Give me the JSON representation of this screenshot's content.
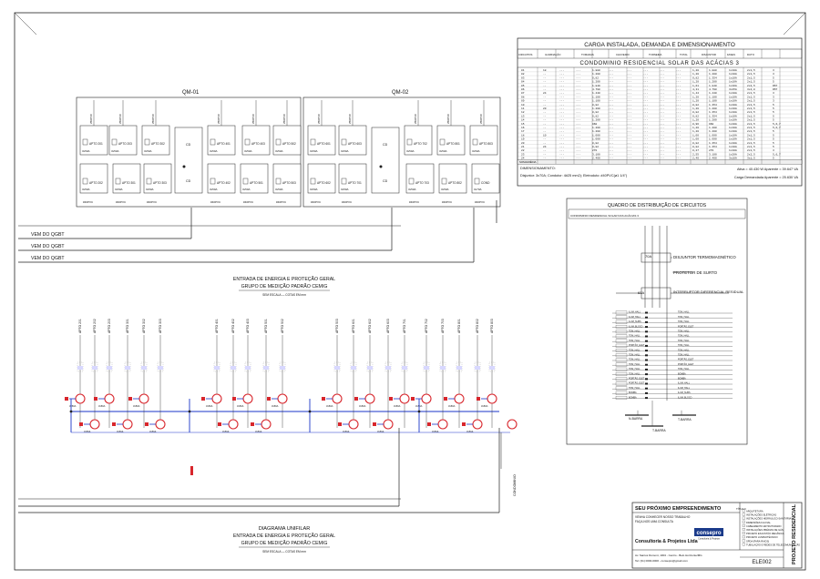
{
  "panels": {
    "qm1_title": "QM-01",
    "qm2_title": "QM-02",
    "conduit_50": "#50PVC",
    "conduit_40": "#40PVC",
    "breaker_3x50": "3x50A",
    "breaker_3x70": "3x70A",
    "apts_top": [
      "APTO 201",
      "APTO 203",
      "APTO 302",
      "APTO 401",
      "APTO 403",
      "APTO 502",
      "APTO 601",
      "APTO 603",
      "APTO 702",
      "APTO 801",
      "APTO 803"
    ],
    "apts_bottom": [
      "APTO 202",
      "APTO 301",
      "APTO 303",
      "APTO 402",
      "APTO 501",
      "APTO 503",
      "APTO 602",
      "APTO 701",
      "APTO 703",
      "APTO 802",
      "COND"
    ],
    "cd": "CD"
  },
  "qgbt_lines": [
    "VEM DO QGBT",
    "VEM DO QGBT",
    "VEM DO QGBT"
  ],
  "section1": {
    "line1": "ENTRADA DE ENERGIA E PROTEÇÃO GERAL",
    "line2": "GRUPO DE MEDIÇÃO PADRÃO CEMIG",
    "scale": "SEM ESCALA — COTAS EM mm"
  },
  "section2": {
    "line0": "DIAGRAMA UNIFILAR",
    "line1": "ENTRADA DE ENERGIA E PROTEÇÃO GERAL",
    "line2": "GRUPO DE MEDIÇÃO PADRÃO CEMIG",
    "scale": "SEM ESCALA — COTAS EM mm"
  },
  "unifilar": {
    "labels": [
      "APTO 201",
      "APTO 202",
      "APTO 203",
      "APTO 301",
      "APTO 302",
      "APTO 303",
      "APTO 401",
      "APTO 402",
      "APTO 403",
      "APTO 501",
      "APTO 502",
      "APTO 503",
      "APTO 601",
      "APTO 602",
      "APTO 603",
      "APTO 701",
      "APTO 702",
      "APTO 703",
      "APTO 801",
      "APTO 802",
      "APTO 803"
    ],
    "cond": "CONDOMINIO"
  },
  "load_table": {
    "title": "CARGA INSTALADA, DEMANDA E DIMENSIONAMENTO",
    "subtitle": "CONDOMINIO RESIDENCIAL SOLAR DAS ACÁCIAS 3",
    "header": [
      "CIRCUITOS",
      "ILUMINAÇÃO",
      "TOMADAS",
      "CHUVEIRO",
      "TORNEIRA",
      "TOTAL",
      "DISJUNTOR",
      "FASES",
      "DUTO"
    ],
    "rows": [
      [
        "01",
        "18",
        "1.880",
        "1,20",
        "1.880",
        "1x10A",
        "2x1,5",
        "3"
      ],
      [
        "02",
        "--",
        "1.200",
        "1,20",
        "1.200",
        "1x10A",
        "2x1,5",
        "3"
      ],
      [
        "03",
        "--",
        "0,82",
        "0,82",
        "1.354",
        "1x10A",
        "2x1,5",
        "5"
      ],
      [
        "04",
        "--",
        "1.200",
        "1,20",
        "1.200",
        "1x10A",
        "2x1,5",
        "5"
      ],
      [
        "05",
        "--",
        "1.840",
        "1,61",
        "1.840",
        "1x16A",
        "2x2,5",
        "RST"
      ],
      [
        "06",
        "--",
        "4.790",
        "4,31",
        "4.790",
        "3x25A",
        "3x4,0",
        "RST"
      ],
      [
        "07",
        "24",
        "1.440",
        "1,44",
        "1.440",
        "1x10A",
        "2x1,5",
        "3"
      ],
      [
        "08",
        "--",
        "1.100",
        "1,20",
        "1.100",
        "1x10A",
        "2x1,5",
        "3"
      ],
      [
        "09",
        "--",
        "1.100",
        "1,20",
        "1.100",
        "1x10A",
        "2x1,5",
        "3"
      ],
      [
        "10",
        "--",
        "0,82",
        "0,82",
        "1.354",
        "1x10A",
        "2x1,5",
        "5"
      ],
      [
        "11",
        "20",
        "1.200",
        "1,20",
        "1.200",
        "1x10A",
        "2x1,5",
        "5"
      ],
      [
        "12",
        "--",
        "0,82",
        "0,82",
        "1.354",
        "1x10A",
        "2x1,5",
        "5"
      ],
      [
        "13",
        "--",
        "0,82",
        "0,82",
        "1.354",
        "1x10A",
        "2x1,5",
        "5"
      ],
      [
        "14",
        "--",
        "1.200",
        "1,20",
        "1.200",
        "1x10A",
        "2x1,5",
        "5"
      ],
      [
        "15",
        "--",
        "960",
        "0,96",
        "960",
        "1x10A",
        "2x1,5",
        "5,6,7"
      ],
      [
        "16",
        "--",
        "1.200",
        "1,20",
        "1.200",
        "1x10A",
        "2x1,5",
        "5,6,7"
      ],
      [
        "17",
        "--",
        "1.200",
        "1,20",
        "1.200",
        "1x10A",
        "2x1,5",
        "5"
      ],
      [
        "18",
        "10",
        "1.000",
        "1,00",
        "1.000",
        "1x10A",
        "2x1,5",
        "5"
      ],
      [
        "19",
        "--",
        "1.000",
        "1,00",
        "1.000",
        "1x10A",
        "2x1,5",
        "5"
      ],
      [
        "20",
        "--",
        "0,82",
        "0,82",
        "1.354",
        "1x10A",
        "2x1,5",
        "5"
      ],
      [
        "21",
        "24",
        "0,82",
        "0,82",
        "1.354",
        "1x10A",
        "2x1,5",
        "5"
      ],
      [
        "22",
        "--",
        "270",
        "0,27",
        "270",
        "1x10A",
        "2x1,5",
        "3"
      ],
      [
        "23",
        "--",
        "3.100",
        "2,55",
        "3.100",
        "1x20A",
        "2x2,5",
        "5,6,7"
      ],
      [
        "24",
        "--",
        "2.400",
        "2,40",
        "2.400",
        "3x16A",
        "3x1,5",
        "5"
      ]
    ],
    "totals_label": "SOMA/MÉDIA",
    "dim_label": "DIMENSIONAMENTO:",
    "disj_line": "Disjuntor: 3x70A; Condutor: 4#25 mm2); Eletroduto: #40PVC(ø1 1/4\")",
    "potencia": "Ativa = 40.430 W   Aparente = 39.647 VA",
    "demanda": "Carga Demandada Aparente = 25.630 VA"
  },
  "qdc": {
    "title": "QUADRO DE DISTRIBUIÇÃO DE CIRCUITOS",
    "sub": "CONDOMINIO RESIDENCIAL SOLAR DAS ACÁCIAS 3",
    "disj_termo": "DISJUNTOR TERMOMAGNÉTICO",
    "prot_surto": "PROTETOR DE SURTO",
    "idr": "INTERRUPTOR DIFERENCIAL RESIDUAL",
    "main": "70A",
    "idr_rating": "63A",
    "circuit_names": [
      "ILUM_HALL",
      "ILUM_HALL",
      "ILUM_SUBS",
      "ILUM_BLOCO",
      "TOM_HALL",
      "TOM_HALL",
      "TOM_HALL",
      "PORTÃO_ELET",
      "TOM_HALL",
      "TOM_HALL",
      "TOM_HALL",
      "TOM_HALL",
      "TOM_HALL",
      "TOM_HALL",
      "PORTÃO_ELET",
      "PORTÃO_ELET",
      "TOM_HALL",
      "BOMBA",
      "BOMBA"
    ],
    "neutral_bar": "N-BARRA",
    "ground_bar": "T-BARRA"
  },
  "titleblock": {
    "project": "SEU PRÓXIMO EMPREENDIMENTO",
    "contents_label": "TÍTULO",
    "contents": [
      "ARQUITETURA",
      "INSTALAÇÕES ELÉTRICAS",
      "INSTALAÇÕES HIDRÁULICO-SANITÁRIAS",
      "DIMENSÕES FLUVIAL",
      "CABEAMENTO ESTRUTURADO",
      "INSTALAÇÕES PRÉDIAS DE GÁS",
      "PROJETO EXAUSTÃO MECÂNICA",
      "PROJETO LUMINOTÉCNICO",
      "SPDA (PARA-RAIOS)",
      "TUBULAÇÃO E REDES DE TELECOMUNICAÇÃO"
    ],
    "notes": [
      "VENHA CONHECER NOSSO TRABALHO",
      "FAÇA-NOS UMA CONSULTA"
    ],
    "company": "Consultoria & Projetos Ltda",
    "logo": "consepro",
    "logo_tag": "Consultoria & Projetos",
    "sheet": "ELE002",
    "vertical": "PROJETO RESIDENCIAL",
    "address": "Av. Santos Dumont, 1004 - Centro - Belo Horizonte/MG",
    "contact": "Tel: (31) 0000-0000 - consepro@gmail.com"
  }
}
